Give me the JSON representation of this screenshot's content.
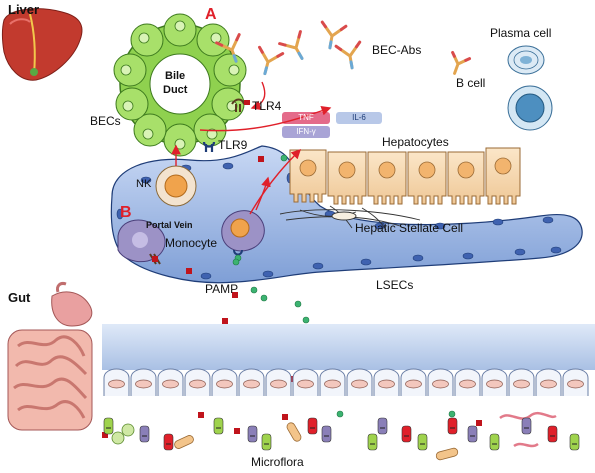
{
  "labels": {
    "liver": "Liver",
    "gut": "Gut",
    "panel_a": "A",
    "panel_b": "B",
    "bile_duct_1": "Bile",
    "bile_duct_2": "Duct",
    "becs": "BECs",
    "tlr4": "TLR4",
    "tlr9": "TLR9",
    "bec_abs": "BEC-Abs",
    "plasma_cell": "Plasma cell",
    "b_cell": "B cell",
    "hepatocytes": "Hepatocytes",
    "nk": "NK",
    "portal_vein": "Portal Vein",
    "monocyte": "Monocyte",
    "hepatic_stellate_cell": "Hepatic Stellate Cell",
    "lsecs": "LSECs",
    "pamp": "PAMP",
    "microflora": "Microflora"
  },
  "cytokines": {
    "tnf": "TNF",
    "il6": "IL-6",
    "ifng": "IFN-γ"
  },
  "colors": {
    "panel_accent": "#e0202a",
    "bile_duct_green": "#8fd14f",
    "vessel_blue": "#a9bfe6",
    "hepatocyte_tan": "#f6ddb8",
    "pamp_red": "#c0141c",
    "pamp_green": "#3cb371"
  }
}
